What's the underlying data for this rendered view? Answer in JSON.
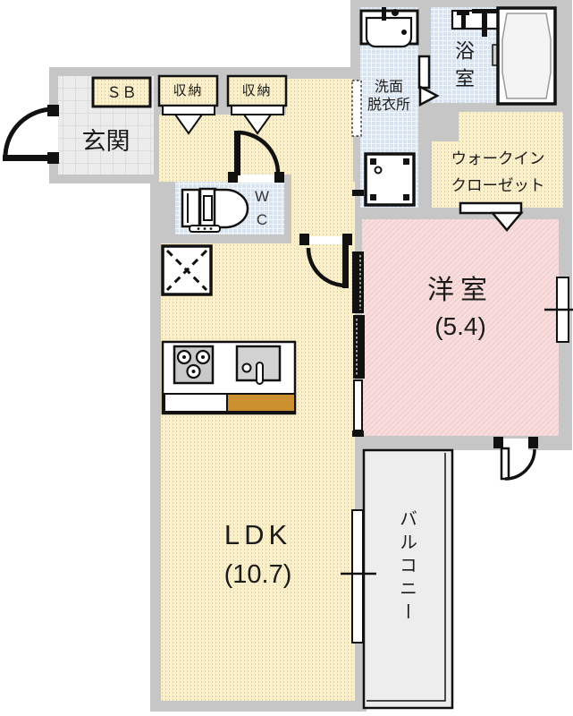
{
  "floorplan": {
    "rooms": {
      "entrance": {
        "label": "玄関"
      },
      "shoe_box": {
        "label": "ＳＢ"
      },
      "storage_left": {
        "label": "収納"
      },
      "storage_right": {
        "label": "収納"
      },
      "toilet": {
        "label_line1": "W",
        "label_line2": "C"
      },
      "washroom": {
        "label_line1": "洗面",
        "label_line2": "脱衣所"
      },
      "bathroom": {
        "label": "浴室"
      },
      "walk_in_closet": {
        "label_line1": "ウォークイン",
        "label_line2": "クローゼット"
      },
      "western_room": {
        "label": "洋室",
        "size": "(5.4)"
      },
      "ldk": {
        "label": "LDK",
        "size": "(10.7)"
      },
      "balcony": {
        "label": "バルコニー"
      }
    },
    "colors": {
      "wall": "#c6c6c6",
      "cream": "#fbf0c9",
      "cream_dot": "#e7d29a",
      "pink": "#f8dddd",
      "pink_hatch": "#efc9c9",
      "blue": "#d8e3f1",
      "tile": "#ececec",
      "balcony": "#ededed",
      "counter_accent": "#cc8f30",
      "line": "#111111"
    }
  }
}
